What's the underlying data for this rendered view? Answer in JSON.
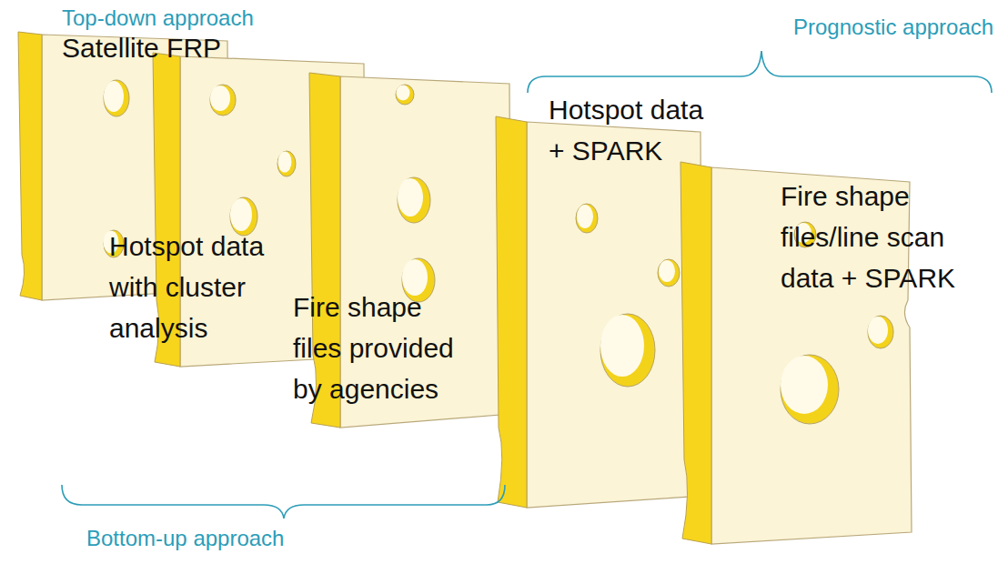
{
  "diagram": {
    "labels": [
      "Top-down approach",
      "Satellite FRP",
      "Prognostic approach",
      "Hotspot data + SPARK",
      "Fire shape files/line scan data + SPARK",
      "Hotspot data with cluster analysis",
      "Fire shape files provided by agencies",
      "Bottom-up approach"
    ]
  }
}
